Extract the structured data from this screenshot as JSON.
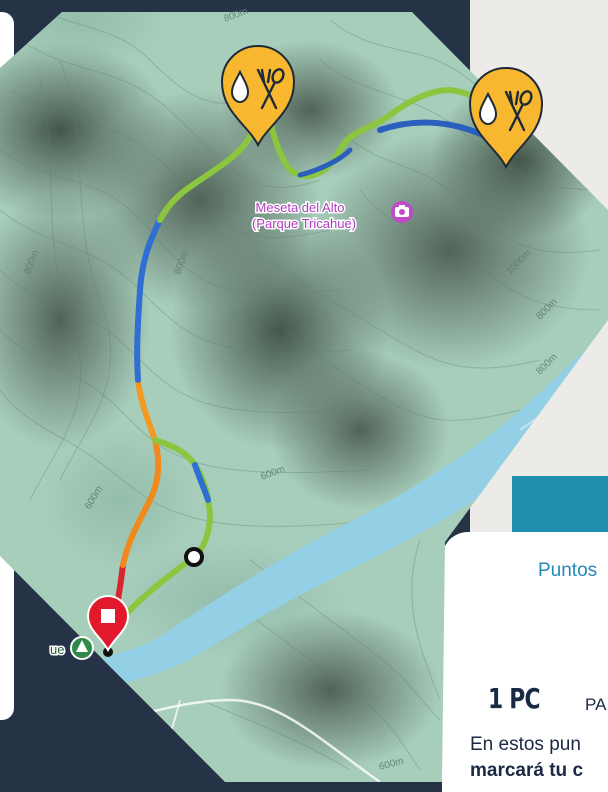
{
  "map": {
    "poi": {
      "name_line1": "Meseta del Alto",
      "name_line2": "(Parque Tricahue)",
      "icon": "camera-icon"
    },
    "contours": [
      "800m",
      "800m",
      "800m",
      "600m",
      "600m",
      "1000m",
      "800m",
      "800m",
      "600m"
    ],
    "partial_label": "ue",
    "markers": [
      {
        "type": "water-food",
        "icons": [
          "water-drop-icon",
          "fork-spoon-icon"
        ]
      },
      {
        "type": "water-food",
        "icons": [
          "water-drop-icon",
          "fork-spoon-icon"
        ]
      },
      {
        "type": "start",
        "icon": "stop-square-icon"
      },
      {
        "type": "park",
        "icon": "tree-icon"
      },
      {
        "type": "waypoint",
        "icon": "circle-icon"
      }
    ],
    "colors": {
      "marker_yellow": "#f7b72e",
      "marker_red": "#e2182d",
      "river": "#8fcde3",
      "route_green": "#8cc63f",
      "route_blue": "#2a6bd1",
      "route_orange": "#f08a1e"
    }
  },
  "panel": {
    "title": "Puntos",
    "pc_count": "1 PC",
    "pc_label": "PA",
    "desc_line1": "En estos pun",
    "desc_line2": "marcará tu c"
  }
}
